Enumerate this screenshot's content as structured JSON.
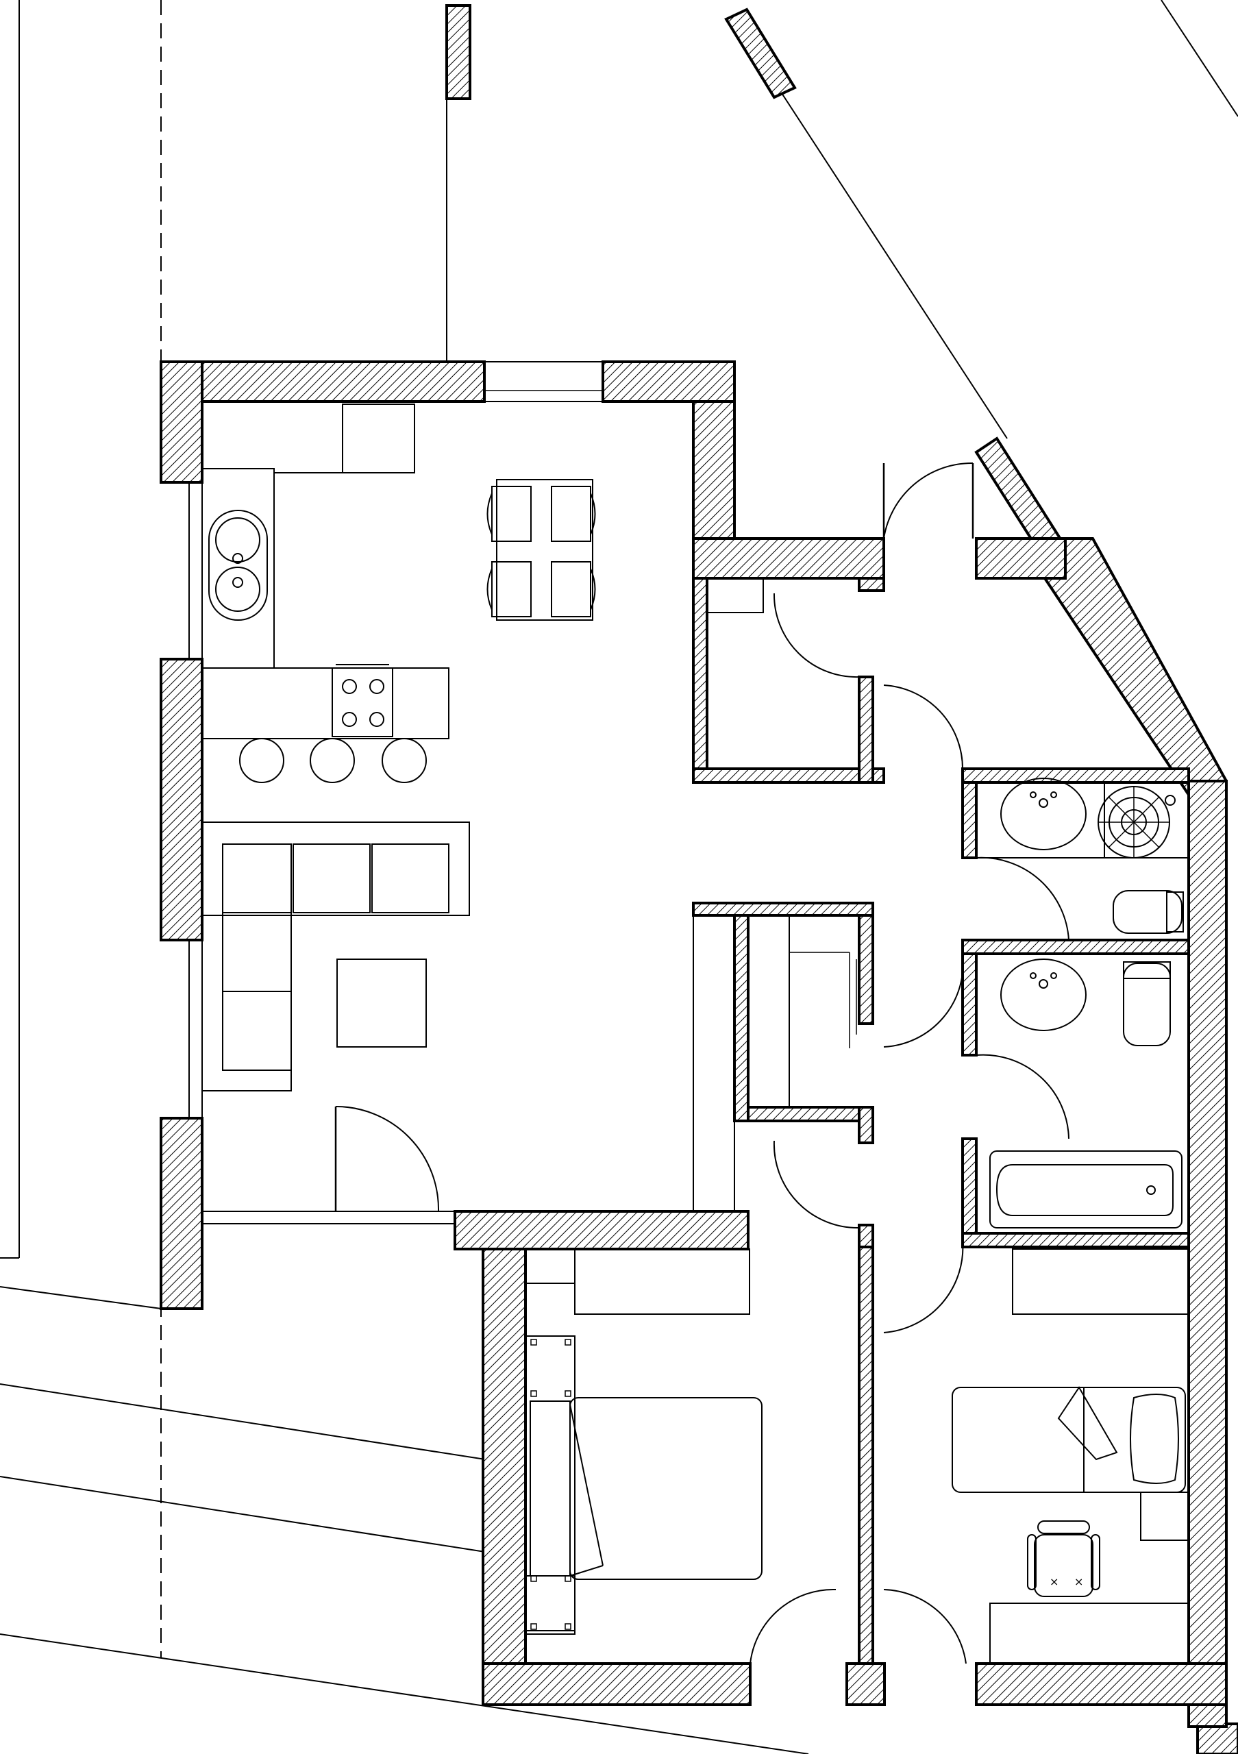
{
  "drawing": {
    "type": "architectural floor plan",
    "style": "black line drawing on white, hatched walls",
    "line_color": "#000000",
    "background_color": "#ffffff"
  },
  "rooms": [
    {
      "id": "kitchen-living",
      "furniture": [
        "kitchen-counter",
        "double-sink",
        "cooktop",
        "bar-stools",
        "dining-table",
        "dining-chairs",
        "corner-sofa",
        "coffee-table"
      ]
    },
    {
      "id": "storage"
    },
    {
      "id": "hallway"
    },
    {
      "id": "shower-room",
      "furniture": [
        "washbasin",
        "corner-shower",
        "toilet"
      ]
    },
    {
      "id": "bathroom",
      "furniture": [
        "washbasin",
        "toilet",
        "bathtub"
      ]
    },
    {
      "id": "closet"
    },
    {
      "id": "bedroom-1",
      "furniture": [
        "double-bed",
        "nightstands",
        "wardrobe"
      ]
    },
    {
      "id": "bedroom-2",
      "furniture": [
        "single-bed",
        "desk",
        "office-chair",
        "shelf"
      ]
    }
  ]
}
